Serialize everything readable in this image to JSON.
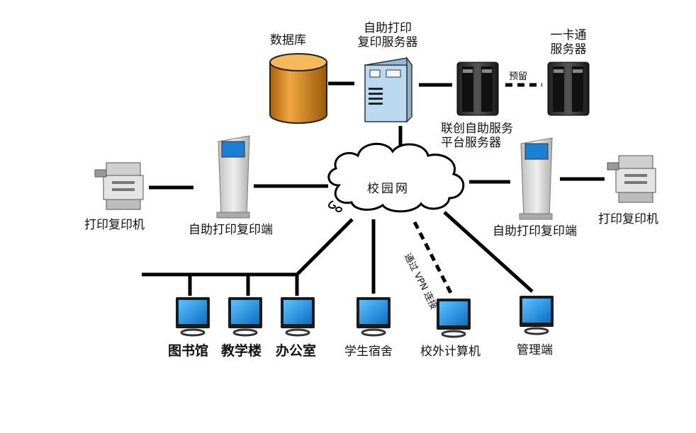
{
  "labels": {
    "database": "数据库",
    "print_server_line1": "自助打印",
    "print_server_line2": "复印服务器",
    "card_server_line1": "一卡通",
    "card_server_line2": "服务器",
    "prepaid": "预留",
    "platform_line1": "联创自助服务",
    "platform_line2": "平台服务器",
    "campus_net": "校园网",
    "printer_left": "打印复印机",
    "kiosk_left": "自助打印复印端",
    "kiosk_right": "自助打印复印端",
    "printer_right": "打印复印机",
    "vpn": "通过 VPN 连接",
    "library": "图书馆",
    "teaching": "教学楼",
    "office": "办公室",
    "dorm": "学生宿舍",
    "offcampus": "校外计算机",
    "admin": "管理端"
  },
  "colors": {
    "line": "#000000",
    "monitor_blue": "#1a8fe0",
    "db_orange": "#d98a1e",
    "server_blue": "#b9d8f0",
    "kiosk_gray": "#d7d7d7"
  }
}
